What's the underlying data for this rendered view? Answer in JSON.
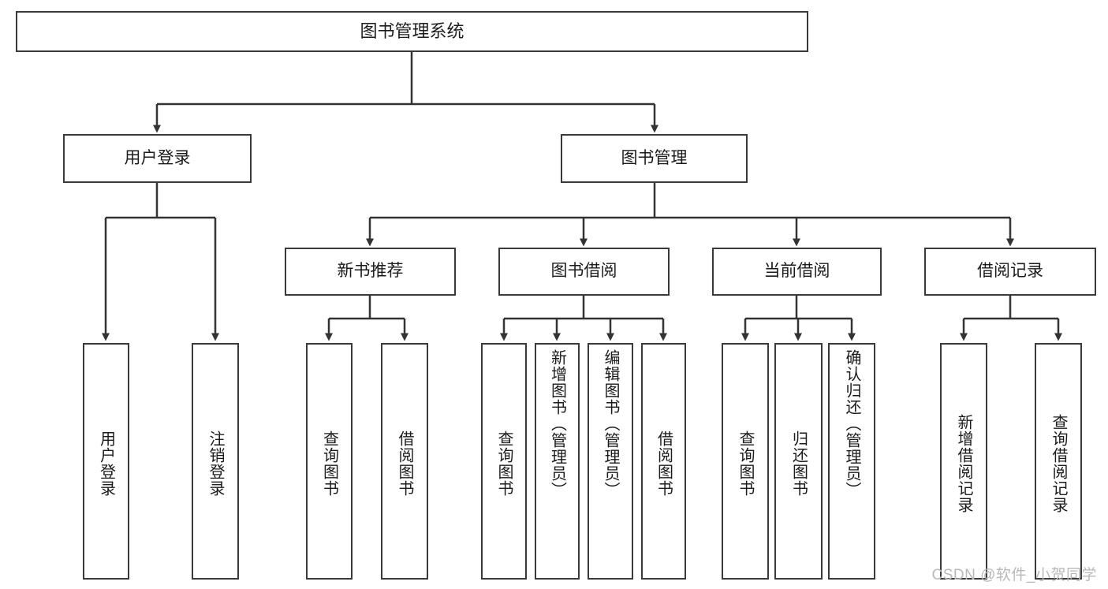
{
  "diagram": {
    "title": "图书管理系统",
    "type": "hierarchy-tree",
    "root": {
      "id": "root",
      "label": "图书管理系统"
    },
    "level2": [
      {
        "id": "user-login",
        "label": "用户登录"
      },
      {
        "id": "book-manage",
        "label": "图书管理"
      }
    ],
    "level3": [
      {
        "id": "new-book-rec",
        "label": "新书推荐",
        "parent": "book-manage"
      },
      {
        "id": "book-borrow",
        "label": "图书借阅",
        "parent": "book-manage"
      },
      {
        "id": "current-borrow",
        "label": "当前借阅",
        "parent": "book-manage"
      },
      {
        "id": "borrow-record",
        "label": "借阅记录",
        "parent": "book-manage"
      }
    ],
    "leaves": [
      {
        "id": "leaf-user-login",
        "label": "用户登录",
        "parent": "user-login"
      },
      {
        "id": "leaf-logout",
        "label": "注销登录",
        "parent": "user-login"
      },
      {
        "id": "leaf-query-book-1",
        "label": "查询图书",
        "parent": "new-book-rec"
      },
      {
        "id": "leaf-borrow-book-1",
        "label": "借阅图书",
        "parent": "new-book-rec"
      },
      {
        "id": "leaf-query-book-2",
        "label": "查询图书",
        "parent": "book-borrow"
      },
      {
        "id": "leaf-add-book",
        "label": "新增图书（管理员）",
        "parent": "book-borrow"
      },
      {
        "id": "leaf-edit-book",
        "label": "编辑图书（管理员）",
        "parent": "book-borrow"
      },
      {
        "id": "leaf-borrow-book-2",
        "label": "借阅图书",
        "parent": "book-borrow"
      },
      {
        "id": "leaf-query-book-3",
        "label": "查询图书",
        "parent": "current-borrow"
      },
      {
        "id": "leaf-return-book",
        "label": "归还图书",
        "parent": "current-borrow"
      },
      {
        "id": "leaf-confirm-return",
        "label": "确认归还（管理员）",
        "parent": "current-borrow"
      },
      {
        "id": "leaf-add-record",
        "label": "新增借阅记录",
        "parent": "borrow-record"
      },
      {
        "id": "leaf-query-record",
        "label": "查询借阅记录",
        "parent": "borrow-record"
      }
    ],
    "colors": {
      "border": "#3a3a3a",
      "background": "#ffffff",
      "text": "#1b1b1b",
      "connector": "#333333",
      "watermark": "#b9b9b9"
    }
  },
  "watermark": {
    "text": "CSDN @软件_小贺同学"
  }
}
